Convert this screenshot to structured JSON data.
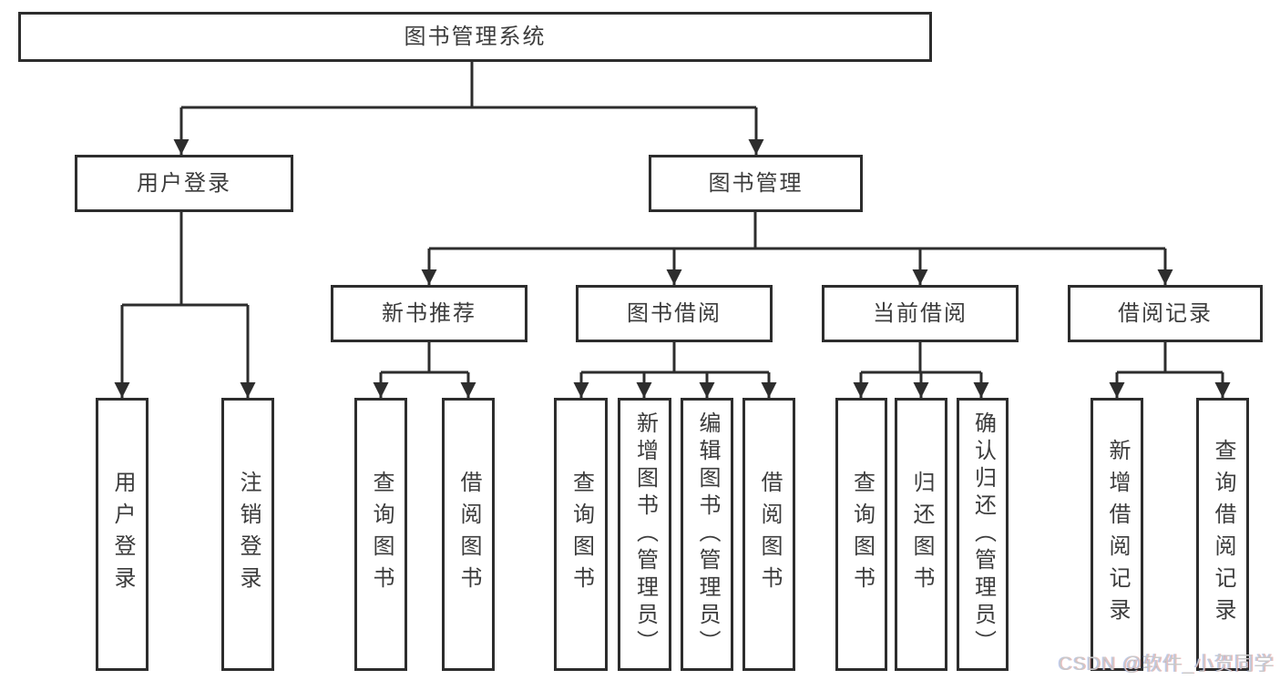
{
  "colors": {
    "background": "#ffffff",
    "box_border": "#2d2d2d",
    "box_fill": "#ffffff",
    "line": "#333333",
    "text": "#3c3c3c",
    "watermark_text": "#c9c9c9"
  },
  "diagram": {
    "title": "图书管理系统",
    "nodes": [
      {
        "id": "root",
        "label": "图书管理系统",
        "parent": null
      },
      {
        "id": "user-login",
        "label": "用户登录",
        "parent": "root"
      },
      {
        "id": "book-mgmt",
        "label": "图书管理",
        "parent": "root"
      },
      {
        "id": "new-book-rec",
        "label": "新书推荐",
        "parent": "book-mgmt"
      },
      {
        "id": "book-borrow",
        "label": "图书借阅",
        "parent": "book-mgmt"
      },
      {
        "id": "current-borrow",
        "label": "当前借阅",
        "parent": "book-mgmt"
      },
      {
        "id": "borrow-records",
        "label": "借阅记录",
        "parent": "book-mgmt"
      },
      {
        "id": "leaf-user-login",
        "label": "用户登录",
        "parent": "user-login"
      },
      {
        "id": "leaf-logout",
        "label": "注销登录",
        "parent": "user-login"
      },
      {
        "id": "leaf-query-books-rec",
        "label": "查询图书",
        "parent": "new-book-rec"
      },
      {
        "id": "leaf-borrow-books-rec",
        "label": "借阅图书",
        "parent": "new-book-rec"
      },
      {
        "id": "leaf-query-books-borrow",
        "label": "查询图书",
        "parent": "book-borrow"
      },
      {
        "id": "leaf-add-books",
        "label": "新增图书（管理员）",
        "parent": "book-borrow"
      },
      {
        "id": "leaf-edit-books",
        "label": "编辑图书（管理员）",
        "parent": "book-borrow"
      },
      {
        "id": "leaf-borrow-books-borrow",
        "label": "借阅图书",
        "parent": "book-borrow"
      },
      {
        "id": "leaf-query-books-current",
        "label": "查询图书",
        "parent": "current-borrow"
      },
      {
        "id": "leaf-return-books",
        "label": "归还图书",
        "parent": "current-borrow"
      },
      {
        "id": "leaf-confirm-return",
        "label": "确认归还（管理员）",
        "parent": "current-borrow"
      },
      {
        "id": "leaf-add-borrow-record",
        "label": "新增借阅记录",
        "parent": "borrow-records"
      },
      {
        "id": "leaf-query-borrow-record",
        "label": "查询借阅记录",
        "parent": "borrow-records"
      }
    ]
  },
  "watermark": {
    "text": "CSDN @软件_小贺同学"
  }
}
